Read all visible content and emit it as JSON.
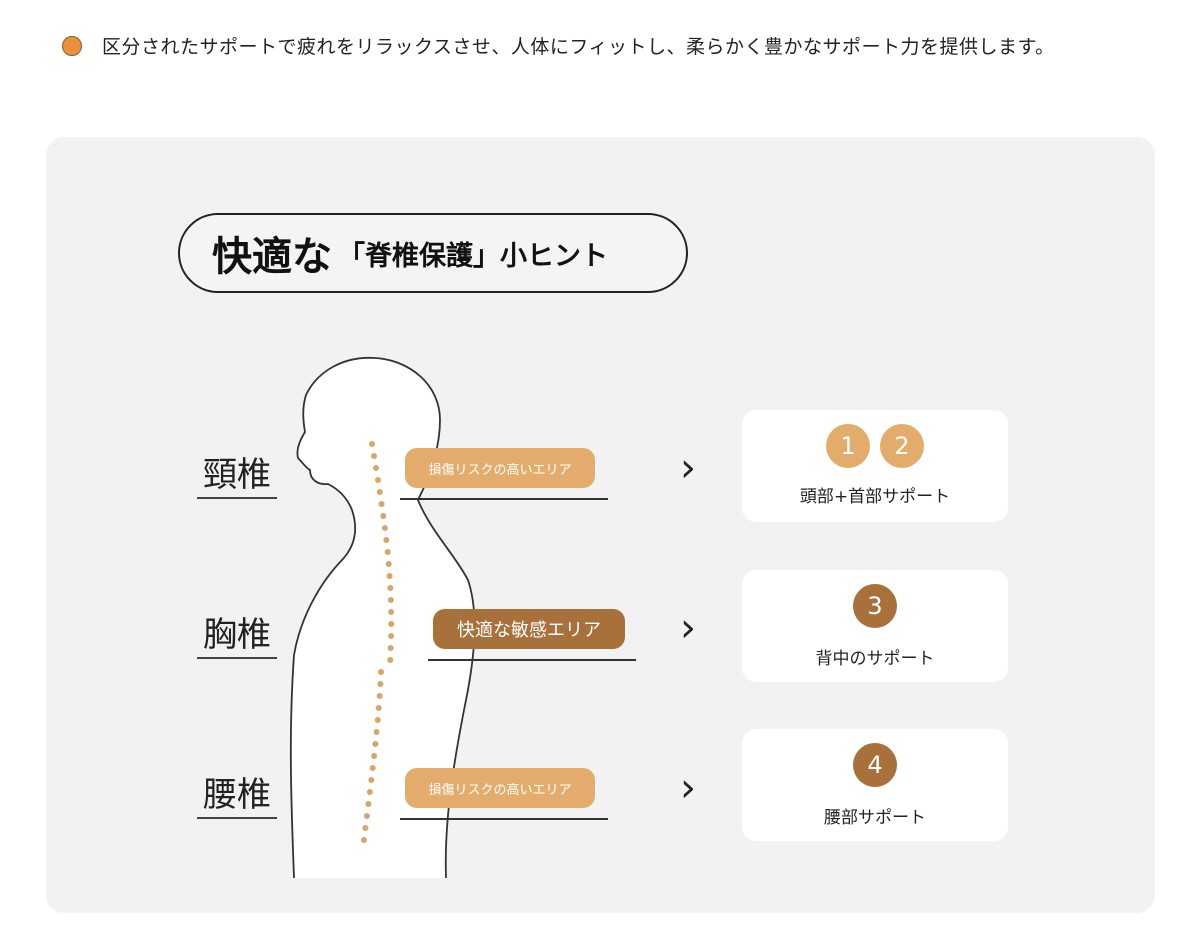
{
  "headline": {
    "text": "区分されたサポートで疲れをリラックスさせ、人体にフィットし、柔らかく豊かなサポート力を提供します。"
  },
  "panel": {
    "title_main": "快適な",
    "title_sub": "「脊椎保護」小ヒント"
  },
  "regions": [
    {
      "label": "頸椎",
      "tag": "損傷リスクの高いエリア",
      "card": {
        "numbers": [
          "1",
          "2"
        ],
        "text": "頭部+首部サポート"
      }
    },
    {
      "label": "胸椎",
      "tag": "快適な敏感エリア",
      "card": {
        "numbers": [
          "3"
        ],
        "text": "背中のサポート"
      }
    },
    {
      "label": "腰椎",
      "tag": "損傷リスクの高いエリア",
      "card": {
        "numbers": [
          "4"
        ],
        "text": "腰部サポート"
      }
    }
  ],
  "colors": {
    "accent_light": "#e3ac6c",
    "accent_dark": "#a8703b",
    "bullet": "#e8923f",
    "panel_bg": "#f2f2f2"
  },
  "icons": {
    "chevron": "chevron-right-icon",
    "bullet": "bullet-dot-icon"
  }
}
